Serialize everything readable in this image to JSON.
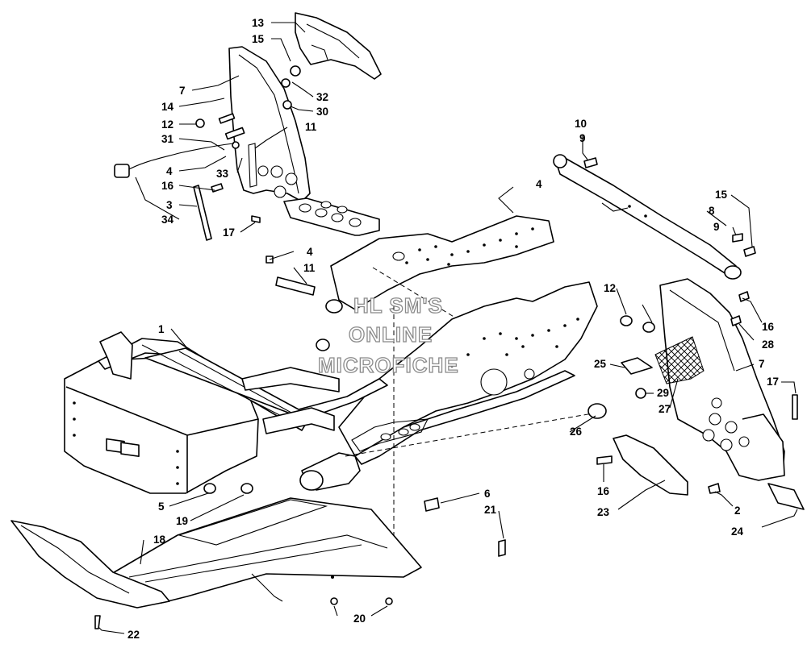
{
  "watermark": {
    "line1": "HL SM'S",
    "line2": "ONLINE",
    "line3": "MICROFICHE"
  },
  "callouts": {
    "c13": "13",
    "c15a": "15",
    "c7a": "7",
    "c14": "14",
    "c12a": "12",
    "c31": "31",
    "c4a": "4",
    "c16a": "16",
    "c3": "3",
    "c34": "34",
    "c32": "32",
    "c30": "30",
    "c11a": "11",
    "c33": "33",
    "c17a": "17",
    "c4b": "4",
    "c11b": "11",
    "c1": "1",
    "c5": "5",
    "c19": "19",
    "c18": "18",
    "c22": "22",
    "c20": "20",
    "c6": "6",
    "c21": "21",
    "c26": "26",
    "c10": "10",
    "c9a": "9",
    "c4c": "4",
    "c15b": "15",
    "c8": "8",
    "c9b": "9",
    "c12b": "12",
    "c16b": "16",
    "c28": "28",
    "c7b": "7",
    "c25": "25",
    "c29": "29",
    "c27": "27",
    "c17b": "17",
    "c16c": "16",
    "c23": "23",
    "c2": "2",
    "c24": "24"
  }
}
